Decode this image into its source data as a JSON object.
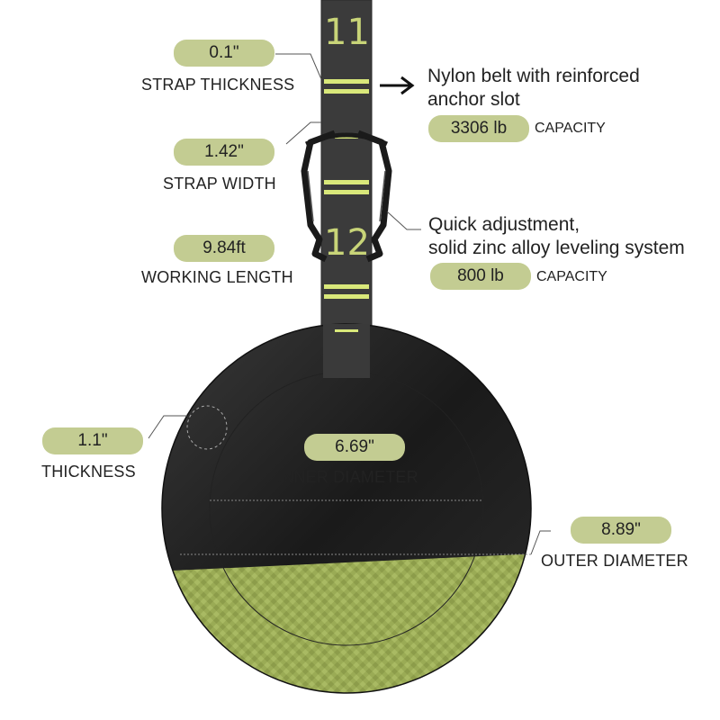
{
  "labels": {
    "strap_thickness": {
      "value": "0.1\"",
      "caption": "STRAP THICKNESS"
    },
    "strap_width": {
      "value": "1.42\"",
      "caption": "STRAP WIDTH"
    },
    "working_length": {
      "value": "9.84ft",
      "caption": "WORKING LENGTH"
    },
    "thickness": {
      "value": "1.1\"",
      "caption": "THICKNESS"
    },
    "inner_diameter": {
      "value": "6.69\"",
      "caption": "INNER DIAMETER"
    },
    "outer_diameter": {
      "value": "8.89\"",
      "caption": "OUTER DIAMETER"
    }
  },
  "belt": {
    "line1": "Nylon belt with reinforced",
    "line2": "anchor slot",
    "capacity_value": "3306 lb",
    "capacity_label": "CAPACITY"
  },
  "buckle": {
    "line1": "Quick adjustment,",
    "line2": "solid zinc alloy leveling system",
    "capacity_value": "800 lb",
    "capacity_label": "CAPACITY"
  },
  "strap_numbers": {
    "upper": "11",
    "lower": "12"
  },
  "colors": {
    "pill": "#c3cc92",
    "strap": "#3a3a3a",
    "strap_mark": "#d9e87a",
    "ring_black": "#1e1e1e",
    "ring_green": "#9aab55"
  },
  "icons": {
    "arrow": "right-arrow-icon"
  }
}
